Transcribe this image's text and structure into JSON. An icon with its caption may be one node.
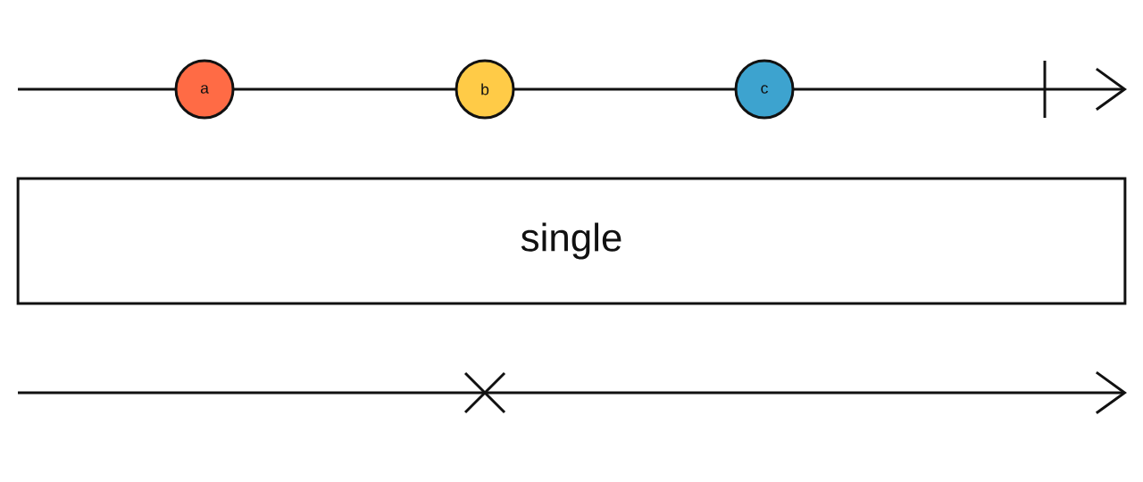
{
  "diagram": {
    "nodes": [
      {
        "text": [
          "a"
        ]
      },
      {
        "text": [
          "b"
        ]
      },
      {
        "text": [
          "c"
        ]
      },
      {
        "text": [
          "single"
        ]
      }
    ]
  }
}
